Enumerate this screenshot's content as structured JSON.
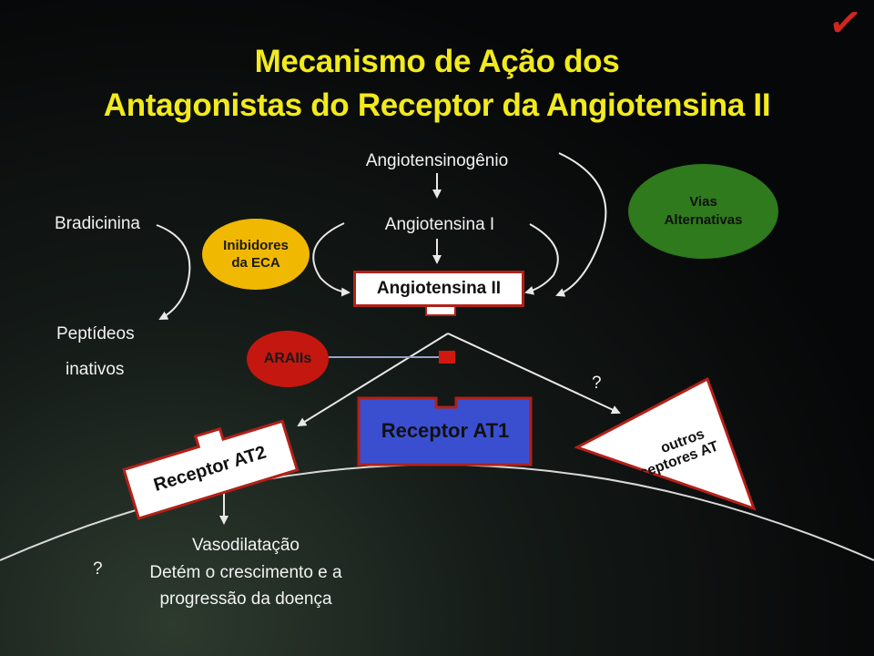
{
  "slide": {
    "title_line1": "Mecanismo de Ação dos",
    "title_line2": "Antagonistas do Receptor da Angiotensina II"
  },
  "nodes": {
    "angiotensinogenio": "Angiotensinogênio",
    "angiotensina_i": "Angiotensina I",
    "angiotensina_ii": "Angiotensina II",
    "bradicinina": "Bradicinina",
    "peptideos_line1": "Peptídeos",
    "peptideos_line2": "inativos",
    "inibidores_line1": "Inibidores",
    "inibidores_line2": "da ECA",
    "vias_line1": "Vias",
    "vias_line2": "Alternativas",
    "arails": "ARAIIs",
    "receptor_at1": "Receptor AT1",
    "receptor_at2": "Receptor AT2",
    "outros_line1": "outros",
    "outros_line2": "receptores AT",
    "question_right": "?",
    "question_left": "?"
  },
  "effects": {
    "line1": "Vasodilatação",
    "line2": "Detém o crescimento e a",
    "line3": "progressão da doença"
  },
  "colors": {
    "title_yellow": "#f2ea1c",
    "inhibitor_yellow": "#f0b800",
    "vias_green": "#2e7a1c",
    "arails_red": "#c4170f",
    "at1_blue": "#3a4fd0",
    "border_red": "#b32018"
  }
}
